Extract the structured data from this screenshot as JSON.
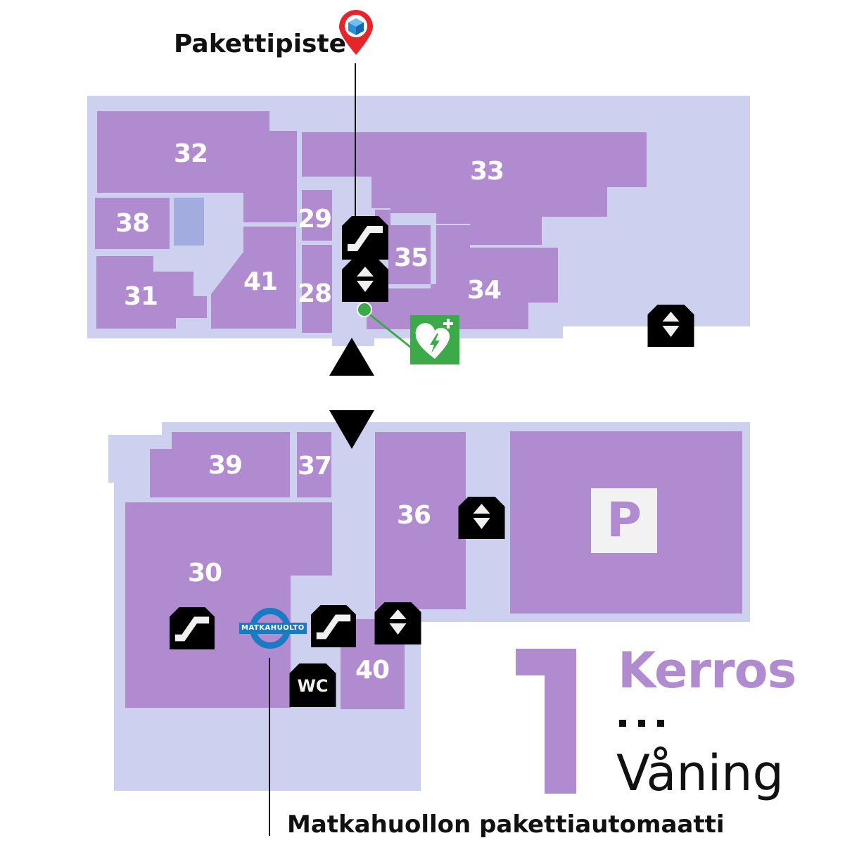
{
  "colors": {
    "corridor": "#cdd0ee",
    "unit": "#b08bd0",
    "void": "#a3acdf",
    "icon_black": "#000000",
    "icon_glyph": "#f0f0f0",
    "aed_green": "#3caa49",
    "pin_red": "#e2262b",
    "pin_cube": "#2a8fd8",
    "matkahuolto_blue": "#1a7bc2",
    "text_dark": "#111111"
  },
  "callouts": {
    "pakettipiste": "Pakettipiste",
    "matkahuolto_locker": "Matkahuollon pakettiautomaatti"
  },
  "floor": {
    "number": "1",
    "finnish": "Kerros",
    "separator": "...",
    "swedish": "Våning"
  },
  "units": [
    {
      "id": "32",
      "label": "32"
    },
    {
      "id": "33",
      "label": "33"
    },
    {
      "id": "38",
      "label": "38"
    },
    {
      "id": "29",
      "label": "29"
    },
    {
      "id": "35",
      "label": "35"
    },
    {
      "id": "41",
      "label": "41"
    },
    {
      "id": "31",
      "label": "31"
    },
    {
      "id": "28",
      "label": "28"
    },
    {
      "id": "34",
      "label": "34"
    },
    {
      "id": "39",
      "label": "39"
    },
    {
      "id": "37",
      "label": "37"
    },
    {
      "id": "36",
      "label": "36"
    },
    {
      "id": "30",
      "label": "30"
    },
    {
      "id": "40",
      "label": "40"
    }
  ],
  "icons": {
    "wc": "WC",
    "parking": "P",
    "matkahuolto": "MATKAHUOLTO"
  }
}
